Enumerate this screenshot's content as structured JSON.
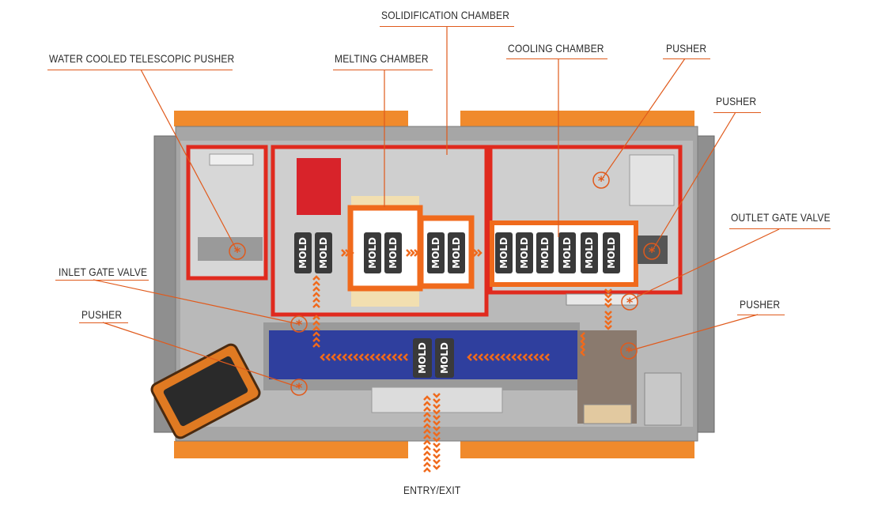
{
  "labels": {
    "water_cooled_telescopic_pusher": "WATER COOLED TELESCOPIC PUSHER",
    "melting_chamber": "MELTING CHAMBER",
    "solidification_chamber": "SOLIDIFICATION CHAMBER",
    "cooling_chamber": "COOLING CHAMBER",
    "pusher_top": "PUSHER",
    "pusher_right": "PUSHER",
    "outlet_gate_valve": "OUTLET GATE VALVE",
    "inlet_gate_valve": "INLET GATE VALVE",
    "pusher_left": "PUSHER",
    "pusher_lower_right": "PUSHER",
    "entry_exit": "ENTRY/EXIT"
  },
  "mold_label": "MOLD",
  "colors": {
    "accent": "#e05a1c",
    "frame_orange": "#f08a2c",
    "chamber_red": "#e02a1e",
    "conveyor_blue": "#2f3f9e",
    "machine_gray": "#8c8c8c",
    "panel_gray": "#bdbdbd",
    "mold_dark": "#3a3a3a"
  }
}
